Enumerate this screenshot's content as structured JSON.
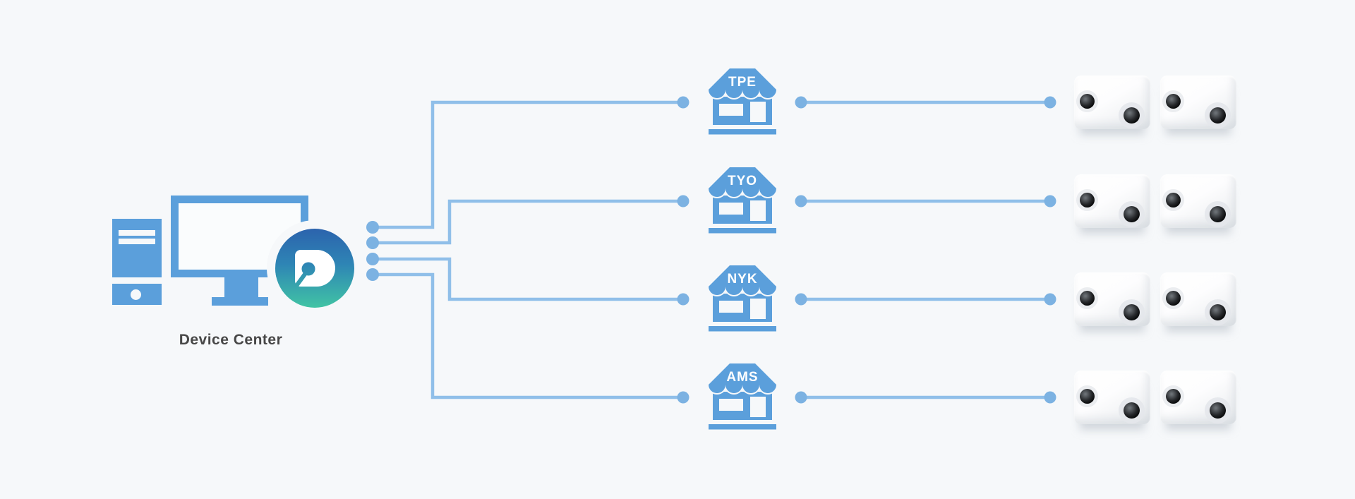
{
  "page": {
    "title": "Device Center"
  },
  "colors": {
    "background": "#f6f8fa",
    "icon_blue": "#5b9fdb",
    "line_blue": "#90bfe9",
    "dot_blue": "#7cb2e2",
    "logo_gradient_top": "#2c63ad",
    "logo_gradient_bottom": "#41c4a4",
    "label_text": "#474747",
    "store_label_text": "#ffffff"
  },
  "device_center": {
    "label": "Device Center"
  },
  "stores": [
    {
      "code": "TPE"
    },
    {
      "code": "TYO"
    },
    {
      "code": "NYK"
    },
    {
      "code": "AMS"
    }
  ],
  "cameras": {
    "per_store_count": 2,
    "total_count": 8
  }
}
